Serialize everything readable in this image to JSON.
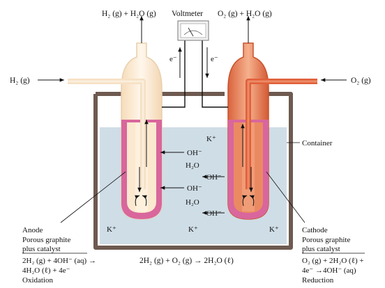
{
  "top_labels": {
    "left": "H₂ (g) + H₂O (g)",
    "voltmeter": "Voltmeter",
    "right": "O₂ (g) + H₂O (g)"
  },
  "gas_inputs": {
    "left": "H₂ (g)",
    "right": "O₂ (g)"
  },
  "electron_labels": {
    "left": "e⁻",
    "right": "e⁻"
  },
  "container_label": "Container",
  "ions": {
    "k_top": "K⁺",
    "oh_1": "OH⁻",
    "h2o_1": "H₂O",
    "oh_2": "OH⁻",
    "oh_3": "OH⁻",
    "h2o_2": "H₂O",
    "oh_4": "OH⁻",
    "k_left": "K⁺",
    "k_mid": "K⁺",
    "k_right": "K⁺"
  },
  "anode": {
    "title": "Anode",
    "line2": "Porous graphite",
    "line3": "plus catalyst",
    "eq1": "2H₂ (g) + 4OH⁻ (aq) →",
    "eq2": "4H₂O (ℓ) + 4e⁻",
    "process": "Oxidation"
  },
  "cathode": {
    "title": "Cathode",
    "line2": "Porous graphite",
    "line3": "plus catalyst",
    "eq1": "O₂ (g) + 2H₂O (ℓ) +",
    "eq2": "4e⁻ →4OH⁻ (aq)",
    "process": "Reduction"
  },
  "overall_equation": "2H₂ (g) + O₂ (g) → 2H₂O (ℓ)",
  "colors": {
    "electrolyte": "#cfdde6",
    "container": "#6e5a50",
    "anode_cream": "#fbe9cf",
    "cathode_orange": "#ea8a63",
    "membrane_pink": "#d9669c"
  }
}
